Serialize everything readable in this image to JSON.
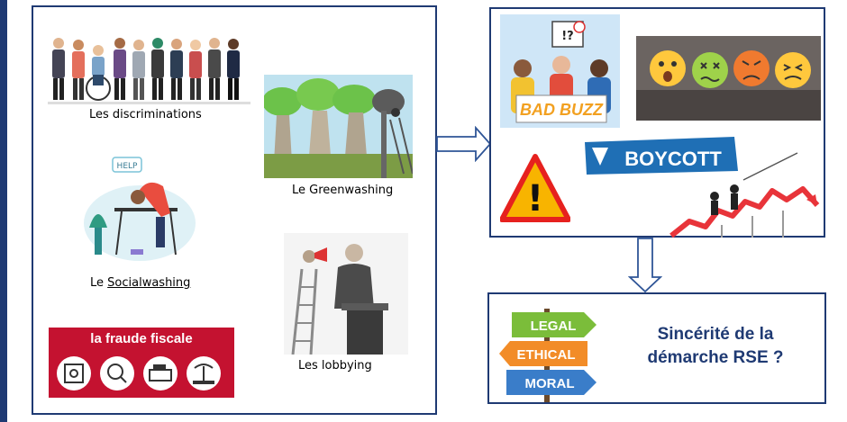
{
  "left_panel": {
    "discriminations_caption": "Les discriminations",
    "greenwashing_caption": "Le Greenwashing",
    "socialwashing_prefix": "Le ",
    "socialwashing_word": "Socialwashing",
    "help_label": "HELP",
    "fraude_title": "la fraude fiscale",
    "lobbying_caption": "Les lobbying"
  },
  "right_top_panel": {
    "bad_buzz_label": "BAD BUZZ",
    "bad_buzz_sign": "!?",
    "boycott_label": "BOYCOTT",
    "warning_mark": "!"
  },
  "right_bottom_panel": {
    "sign_legal": "LEGAL",
    "sign_ethical": "ETHICAL",
    "sign_moral": "MORAL",
    "question_line1": "Sincérité de la",
    "question_line2": "démarche RSE ?"
  },
  "colors": {
    "frame_blue": "#1f3a73",
    "fraude_red": "#c41230",
    "rse_text_blue": "#1f3a73"
  }
}
